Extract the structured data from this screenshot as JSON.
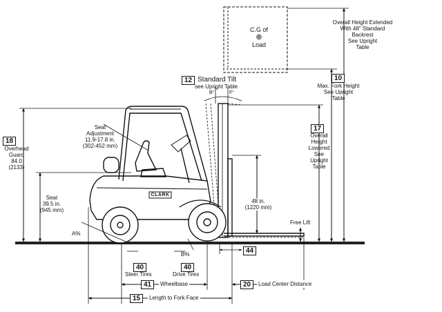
{
  "load": {
    "cg_line1": "C.G of",
    "cg_symbol": "⊕",
    "cg_line2": "Load"
  },
  "overall_height_extended": {
    "lines": [
      "Overall Height Extended",
      "With 48\" Standard",
      "Backrest",
      "See Upright",
      "Table"
    ]
  },
  "max_fork_height": {
    "box": "10",
    "lines": [
      "Max. Fork Height",
      "See Upright",
      "Table"
    ]
  },
  "standard_tilt": {
    "box": "12",
    "label": "Standard Tilt",
    "sub": "see Upright Table",
    "b_deg": "B°",
    "f_deg": "F°"
  },
  "overhead_guard": {
    "box": "18",
    "lines": [
      "Overhead",
      "Guard",
      "84.0",
      "(2133)"
    ]
  },
  "seat_adjustment": {
    "lines": [
      "Seat",
      "Adjustment",
      "11.9-17.8 in.",
      "(302-452 mm)"
    ]
  },
  "overall_height_lowered": {
    "box": "17",
    "lines": [
      "Overall",
      "Height",
      "Lowered",
      "See",
      "Upright",
      "Table"
    ]
  },
  "seat_height": {
    "lines": [
      "Seat",
      "39.5 in.",
      "(945 mm)"
    ]
  },
  "lift_48": {
    "lines": [
      "48 in.",
      "(1220 mm)"
    ]
  },
  "free_lift": {
    "label": "Free Lift"
  },
  "brand": {
    "logo": "CLARK"
  },
  "angles": {
    "a": "A%",
    "b": "B%"
  },
  "dim_44": {
    "box": "44"
  },
  "steer_tires": {
    "box": "40",
    "label": "Steer Tires"
  },
  "drive_tires": {
    "box": "40",
    "label": "Drive Tires"
  },
  "wheelbase": {
    "box": "41",
    "label": "Wheelbase"
  },
  "load_center": {
    "box": "20",
    "label": "Load Center Distance"
  },
  "length_fork_face": {
    "box": "15",
    "label": "Length to Fork Face"
  }
}
